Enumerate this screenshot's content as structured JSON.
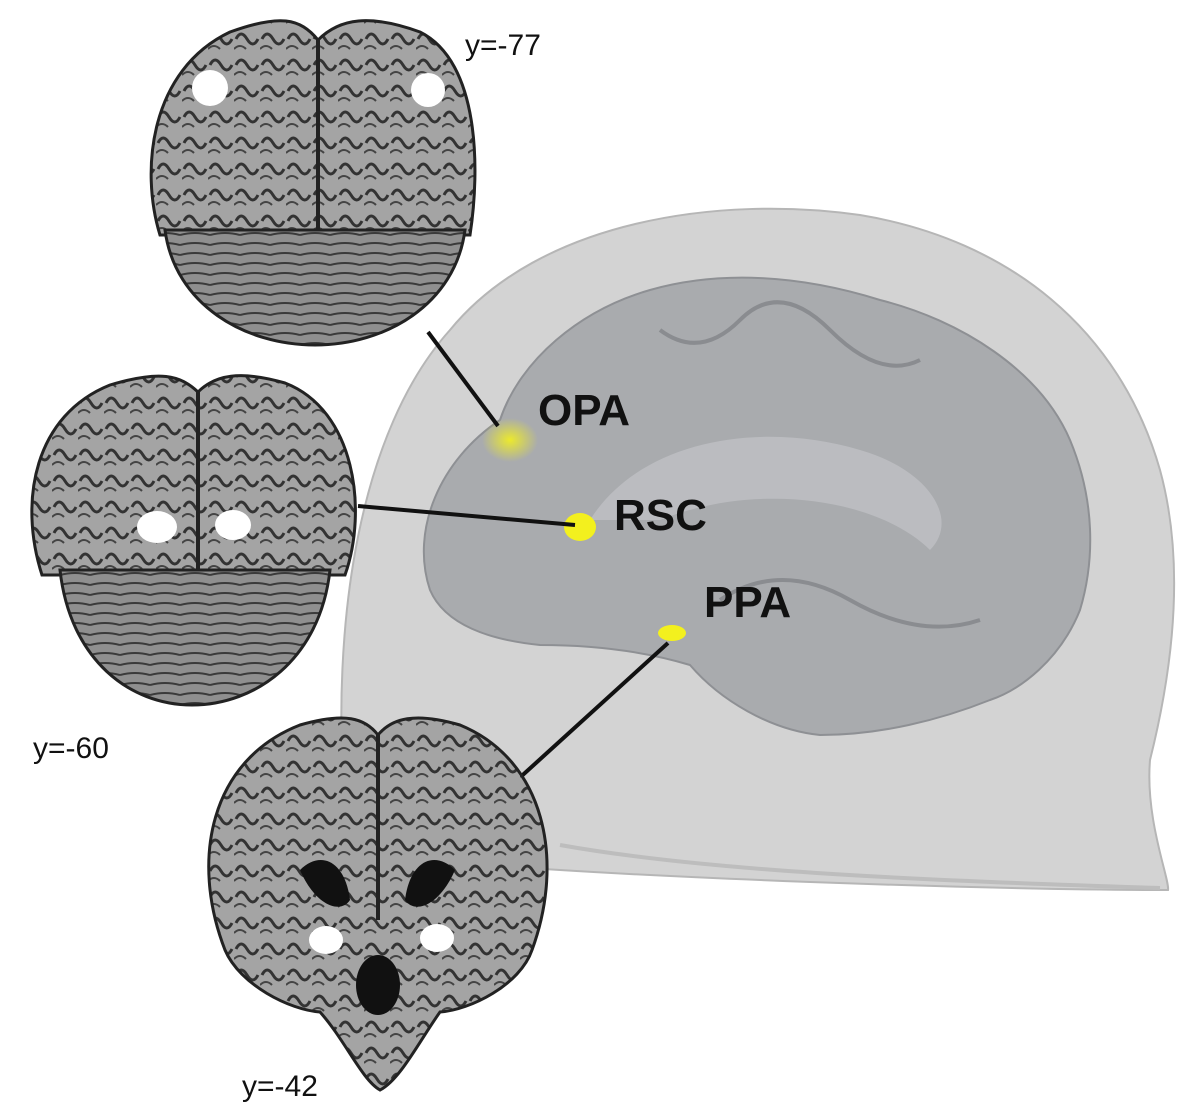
{
  "colors": {
    "background": "#ffffff",
    "head_fill": "#d3d3d3",
    "cortex_fill": "#a9abae",
    "activation": "#f3f01e",
    "brain_tissue": "#9a9a9a",
    "brain_gyri": "#2e2e2e",
    "connector": "#111111"
  },
  "regions": {
    "opa": "OPA",
    "rsc": "RSC",
    "ppa": "PPA"
  },
  "slices": {
    "top": "y=-77",
    "middle": "y=-60",
    "bottom": "y=-42"
  },
  "icons": {
    "head": "head-outline-icon",
    "brain": "brain-medial-surface-icon",
    "slice": "coronal-mri-slice-icon"
  }
}
